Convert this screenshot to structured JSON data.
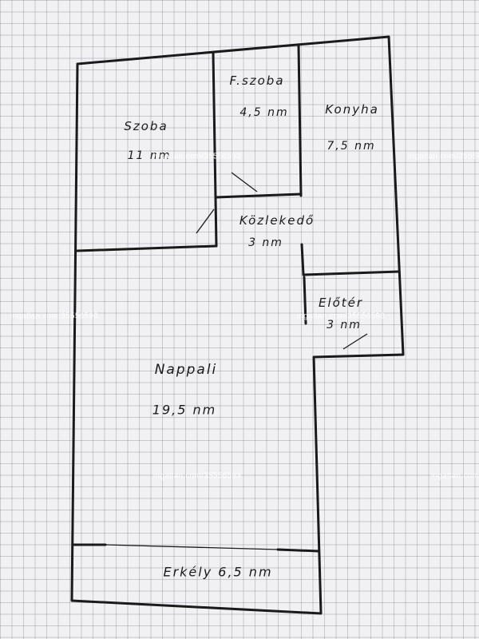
{
  "floor_plan": {
    "rooms": [
      {
        "id": "szoba",
        "name": "Szoba",
        "area": "11 nm"
      },
      {
        "id": "furdoszoba",
        "name": "F.szoba",
        "area": "4,5 nm"
      },
      {
        "id": "konyha",
        "name": "Konyha",
        "area": "7,5 nm"
      },
      {
        "id": "kozlekedo",
        "name": "Közlekedő",
        "area": "3 nm"
      },
      {
        "id": "eloter",
        "name": "Előtér",
        "area": "3 nm"
      },
      {
        "id": "nappali",
        "name": "Nappali",
        "area": "19,5 nm"
      },
      {
        "id": "erkely",
        "name": "Erkély 6,5 nm",
        "area": ""
      }
    ],
    "colors": {
      "ink": "#1a1a1a",
      "paper": "#f1f1f3",
      "grid": "#8a8a99"
    }
  },
  "watermarks": [
    "ingatlan.com/35556593",
    "ingatlan.com/35556593",
    "ingatlan.com/35556593",
    "ingatlan.com/35556593",
    "ingatlan.com/35556593",
    "ingatlan.com"
  ]
}
